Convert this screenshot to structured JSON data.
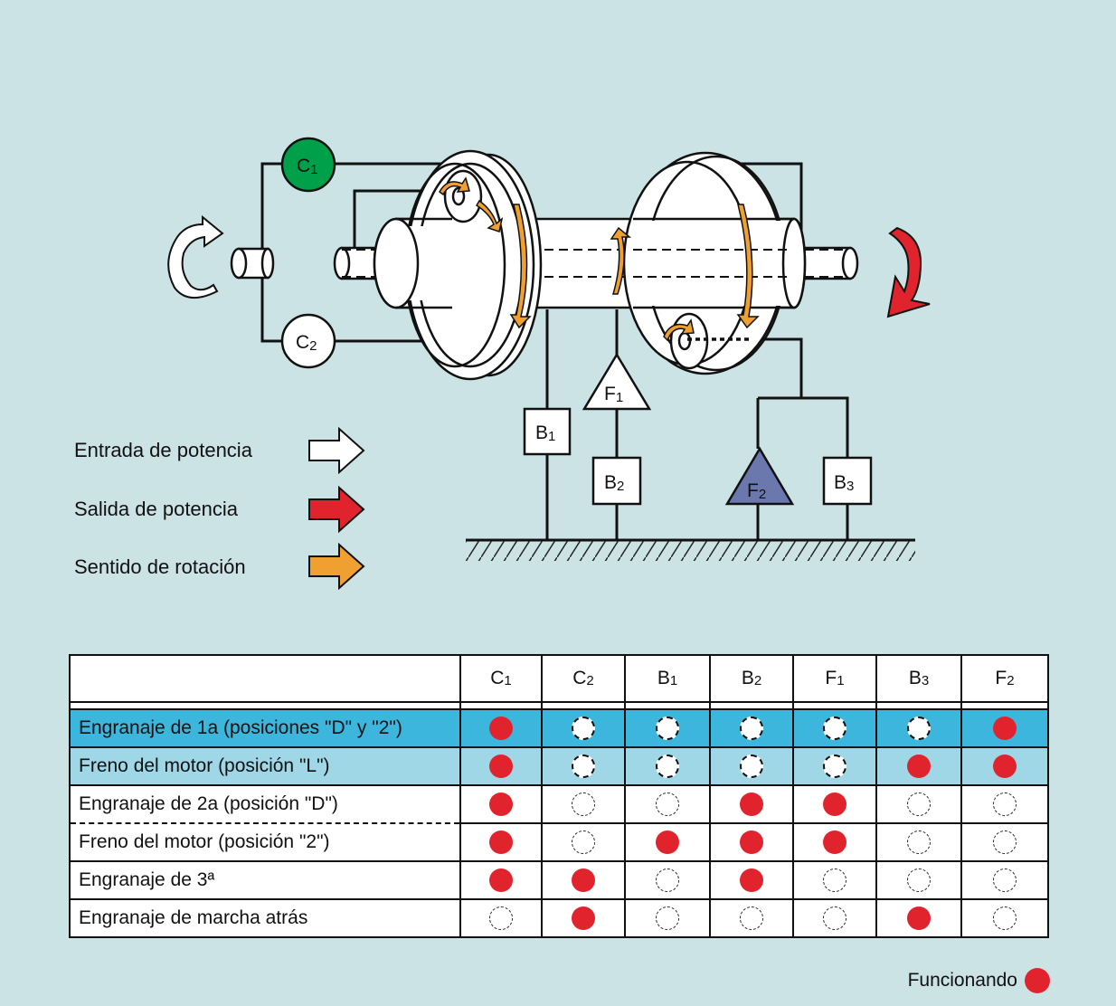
{
  "diagram": {
    "components": {
      "c1": {
        "main": "C",
        "sub": "1",
        "color": "#00a04a"
      },
      "c2": {
        "main": "C",
        "sub": "2",
        "color": "#ffffff"
      },
      "b1": {
        "main": "B",
        "sub": "1"
      },
      "b2": {
        "main": "B",
        "sub": "2"
      },
      "b3": {
        "main": "B",
        "sub": "3"
      },
      "f1": {
        "main": "F",
        "sub": "1",
        "color": "#ffffff"
      },
      "f2": {
        "main": "F",
        "sub": "2",
        "color": "#6a78ad"
      }
    },
    "arrow_colors": {
      "input": "#ffffff",
      "output": "#e1232e",
      "rotation": "#f0a030"
    }
  },
  "legend": {
    "items": [
      {
        "label": "Entrada de potencia",
        "color": "#ffffff"
      },
      {
        "label": "Salida de potencia",
        "color": "#e1232e"
      },
      {
        "label": "Sentido de rotación",
        "color": "#f0a030"
      }
    ]
  },
  "table": {
    "columns": [
      {
        "main": "C",
        "sub": "1"
      },
      {
        "main": "C",
        "sub": "2"
      },
      {
        "main": "B",
        "sub": "1"
      },
      {
        "main": "B",
        "sub": "2"
      },
      {
        "main": "F",
        "sub": "1"
      },
      {
        "main": "B",
        "sub": "3"
      },
      {
        "main": "F",
        "sub": "2"
      }
    ],
    "rows": [
      {
        "label": "Engranaje de 1a (posiciones \"D\" y \"2\")",
        "bg": "#3cb6dc",
        "states": [
          1,
          0,
          0,
          0,
          0,
          0,
          1
        ]
      },
      {
        "label": "Freno del motor (posición \"L\")",
        "bg": "#9fd7e6",
        "states": [
          1,
          0,
          0,
          0,
          0,
          1,
          1
        ]
      },
      {
        "label": "Engranaje de 2a (posición \"D\")",
        "bg": "#ffffff",
        "states": [
          1,
          0,
          0,
          1,
          1,
          0,
          0
        ]
      },
      {
        "label": "Freno del motor (posición \"2\")",
        "bg": "#ffffff",
        "states": [
          1,
          0,
          1,
          1,
          1,
          0,
          0
        ]
      },
      {
        "label": "Engranaje de 3ª",
        "bg": "#ffffff",
        "states": [
          1,
          1,
          0,
          1,
          0,
          0,
          0
        ]
      },
      {
        "label": "Engranaje de marcha atrás",
        "bg": "#ffffff",
        "states": [
          0,
          1,
          0,
          0,
          0,
          1,
          0
        ]
      }
    ]
  },
  "footer": {
    "label": "Funcionando",
    "color": "#e1232e"
  }
}
